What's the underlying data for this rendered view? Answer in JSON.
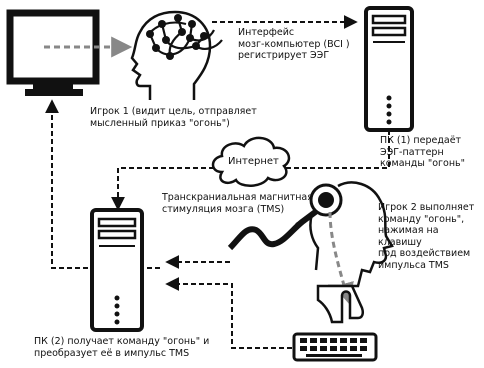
{
  "labels": {
    "bci": "Интерфейс\nмозг-компьютер (BCI )\nрегистрирует ЭЭГ",
    "player1": "Игрок 1 (видит цель, отправляет\nмысленный приказ \"огонь\")",
    "pc1": "ПК (1) передаёт\nЭЭГ-паттерн\nкоманды \"огонь\"",
    "internet": "Интернет",
    "tms": "Транскраниальная магнитная\nстимуляция мозга (TMS)",
    "player2": "Игрок 2 выполняет\nкоманду \"огонь\",\nнажимая на клавишу\nпод воздействием\nимпульса TMS",
    "pc2": "ПК (2) получает команду \"огонь\" и\nпреобразует её в импульс TMS"
  },
  "icons": [
    "monitor-icon",
    "head-with-eeg-electrodes-icon",
    "pc-tower-icon",
    "cloud-icon",
    "tms-coil-icon",
    "head-profile-icon",
    "hand-icon",
    "keyboard-icon"
  ],
  "colors": {
    "line": "#111111",
    "signal_arrow": "#888888"
  }
}
